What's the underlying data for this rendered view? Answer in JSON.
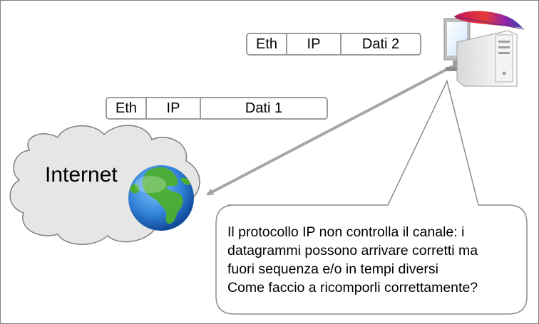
{
  "packets": [
    {
      "eth": "Eth",
      "ip": "IP",
      "data": "Dati 2"
    },
    {
      "eth": "Eth",
      "ip": "IP",
      "data": "Dati 1"
    }
  ],
  "internet": {
    "label": "Internet"
  },
  "callout": {
    "lines": [
      "Il protocollo IP non controlla il canale: i",
      "datagrammi possono arrivare corretti ma",
      "fuori sequenza e/o in tempi diversi",
      "Come faccio a ricomporli correttamente?"
    ]
  },
  "colors": {
    "cloud_fill": "#e6e6e6",
    "cloud_stroke": "#7f7f7f",
    "arrow": "#a6a6a6",
    "globe_ocean": "#2f7fd6",
    "globe_land": "#4caf2e"
  },
  "icons": [
    "server-computer-icon",
    "apache-feather-icon",
    "globe-icon",
    "cloud-shape"
  ]
}
